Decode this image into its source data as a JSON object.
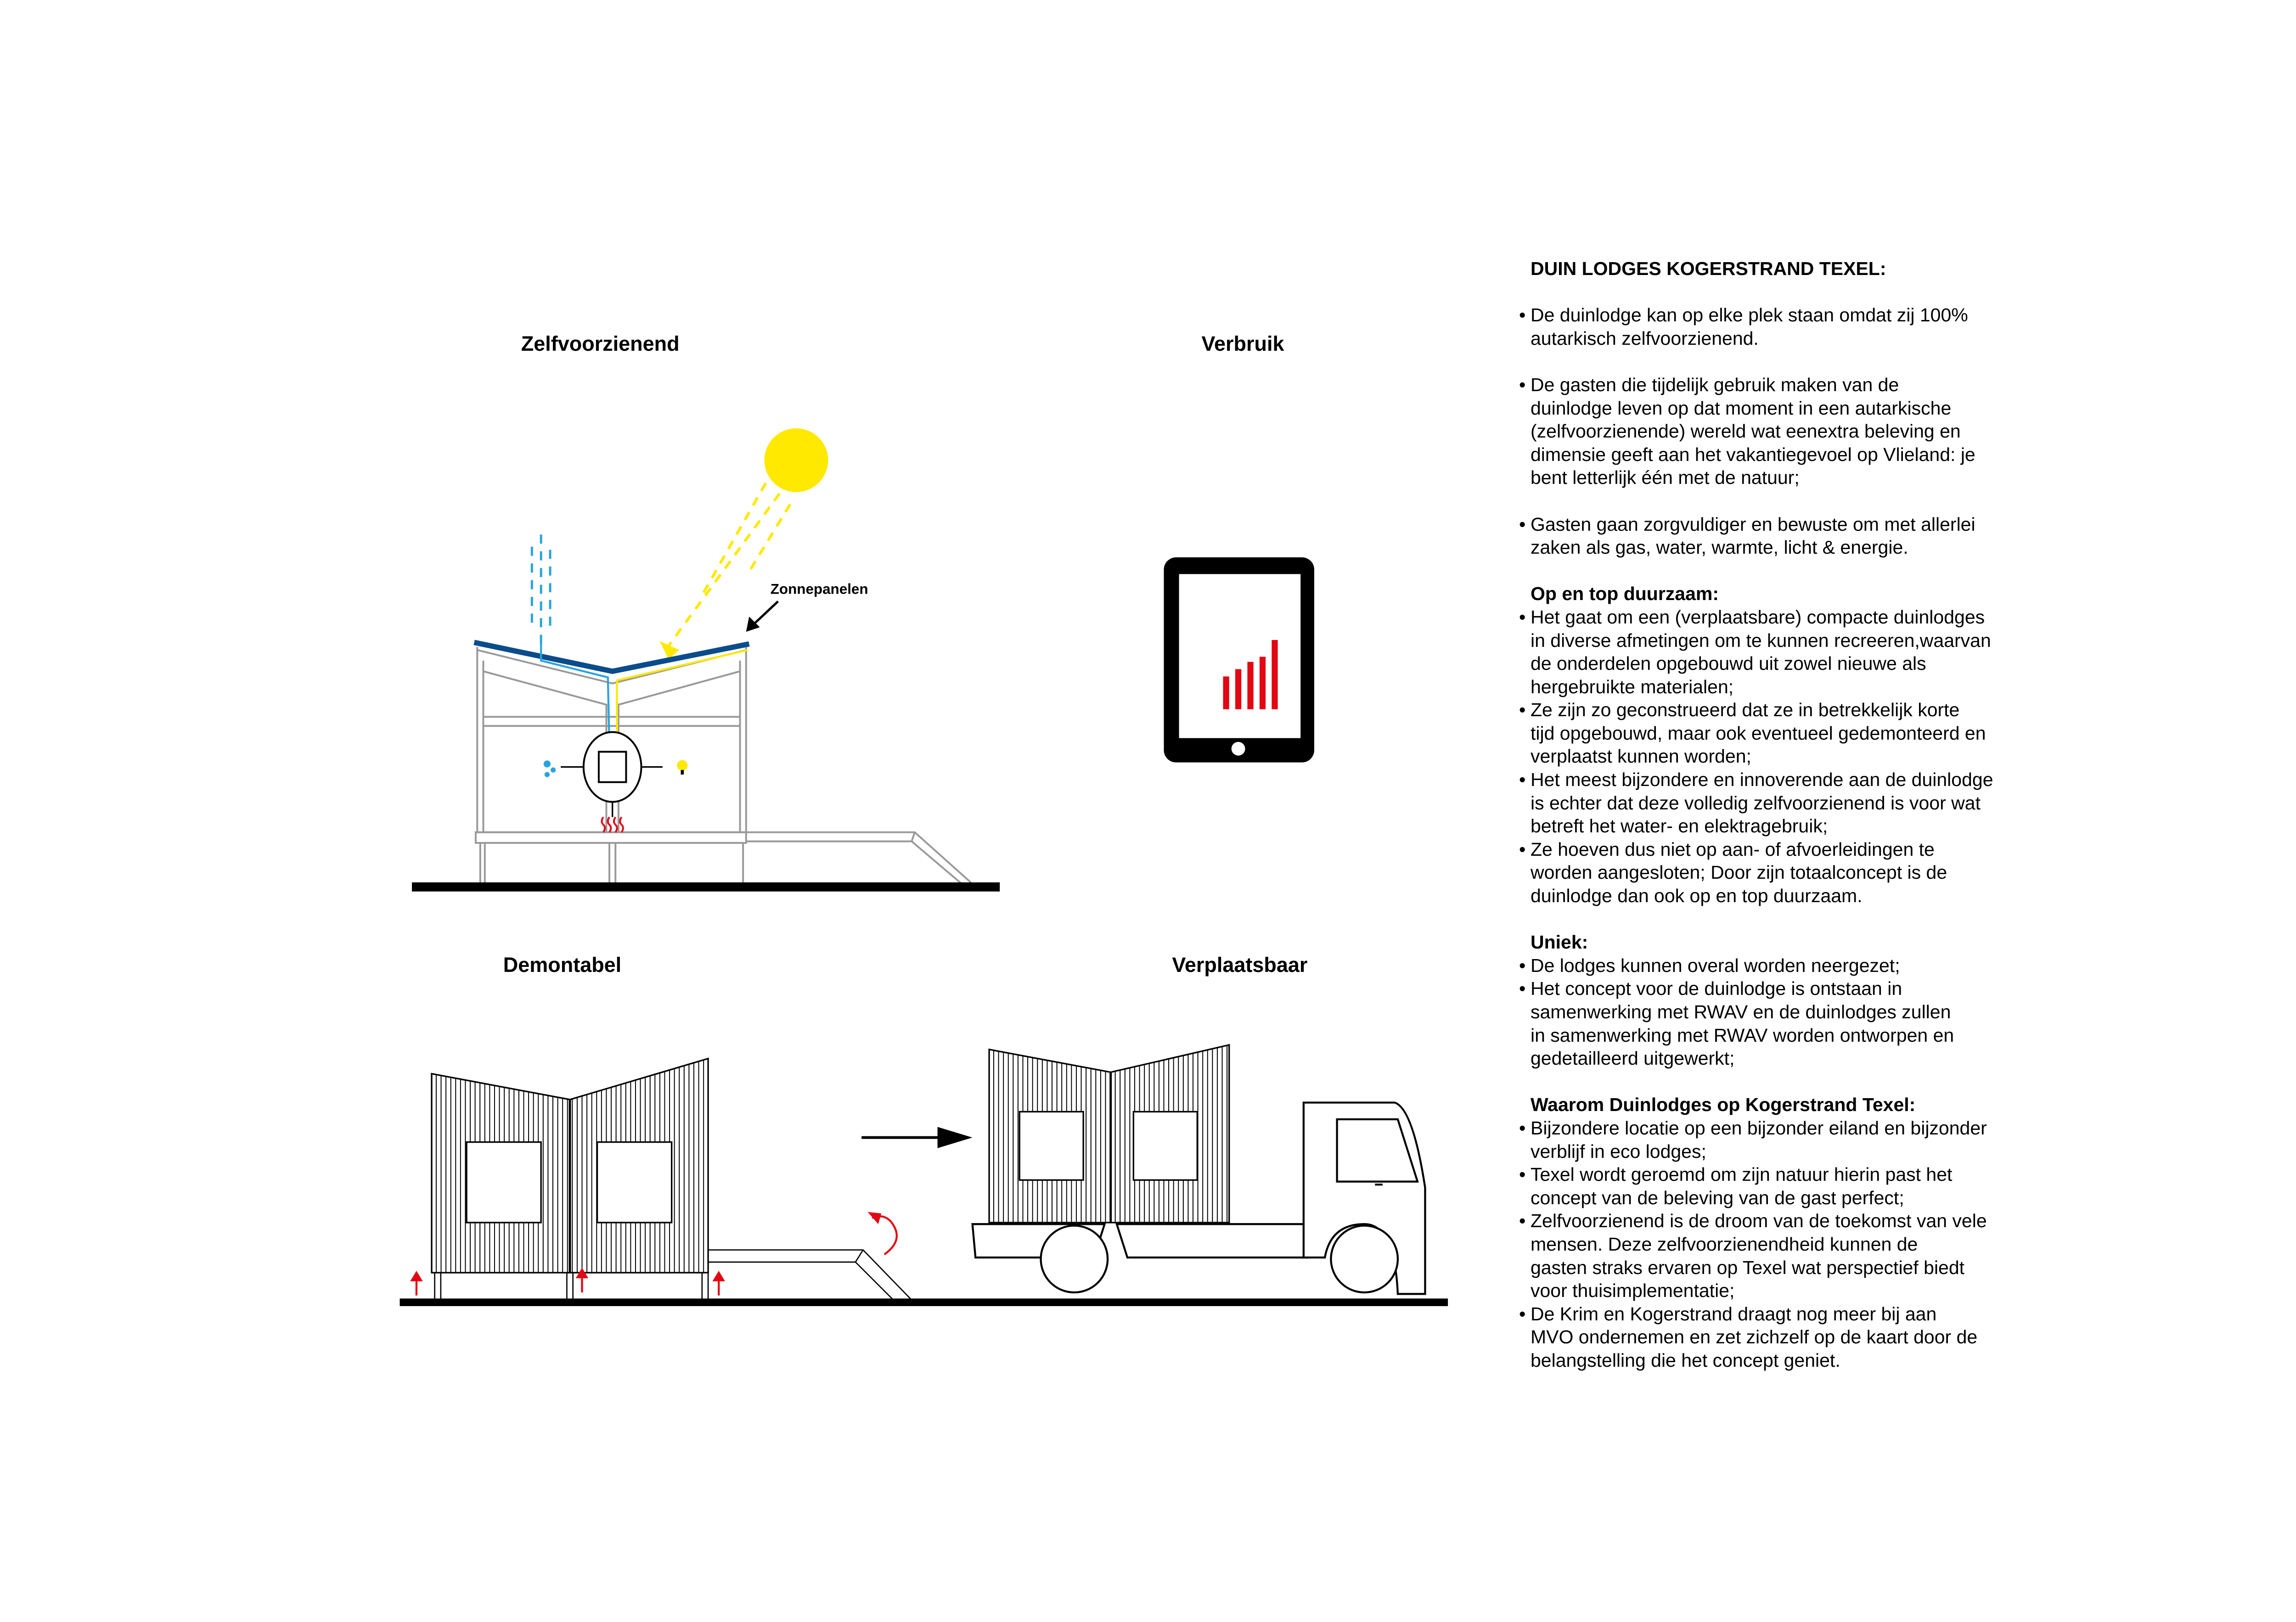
{
  "diagrams": {
    "self_sufficient": {
      "title": "Zelfvoorzienend",
      "solar_label": "Zonnepanelen"
    },
    "consumption": {
      "title": "Verbruik",
      "meter_bars": [
        0.45,
        0.55,
        0.65,
        0.72,
        0.95
      ]
    },
    "demountable": {
      "title": "Demontabel"
    },
    "movable": {
      "title": "Verplaatsbaar"
    }
  },
  "colors": {
    "sun": "#ffe900",
    "rain": "#29a3dd",
    "panel": "#0a4c8c",
    "heat": "#e30613",
    "meter": "#e30613"
  },
  "text": {
    "title": "DUIN LODGES KOGERSTRAND TEXEL:",
    "intro": [
      "De duinlodge kan op elke plek staan omdat zij 100%\nautarkisch zelfvoorzienend.",
      "De gasten die tijdelijk gebruik maken van de\nduinlodge leven op dat moment in een autarkische\n(zelfvoorzienende) wereld wat eenextra beleving en\ndimensie geeft aan het vakantiegevoel op Vlieland: je\nbent letterlijk één met de natuur;",
      "Gasten gaan zorgvuldiger en bewuste om met allerlei\n zaken als gas, water, warmte, licht & energie."
    ],
    "sustainable": {
      "heading": "Op en top duurzaam:",
      "items": [
        "Het gaat om een (verplaatsbare) compacte duinlodges\nin diverse afmetingen om te kunnen recreeren,waarvan\nde onderdelen opgebouwd uit zowel nieuwe als\nhergebruikte materialen;",
        "Ze zijn zo geconstrueerd dat ze in betrekkelijk korte\ntijd opgebouwd, maar ook eventueel gedemonteerd en\nverplaatst kunnen worden;",
        "Het meest bijzondere en innoverende aan de duinlodge\nis echter dat deze volledig zelfvoorzienend is voor wat\nbetreft het water- en elektragebruik;",
        "Ze hoeven dus niet op aan- of afvoerleidingen te\nworden aangesloten; Door zijn totaalconcept is de\nduinlodge dan ook op en top duurzaam."
      ]
    },
    "unique": {
      "heading": "Uniek:",
      "items": [
        "De lodges kunnen overal worden neergezet;",
        "Het concept voor de duinlodge is ontstaan in\nsamenwerking met RWAV en de duinlodges zullen\nin samenwerking met RWAV worden ontworpen en\ngedetailleerd uitgewerkt;"
      ]
    },
    "why": {
      "heading": "Waarom Duinlodges op  Kogerstrand Texel:",
      "items": [
        "Bijzondere locatie op een bijzonder eiland en bijzonder\nverblijf in eco lodges;",
        "Texel wordt geroemd om zijn natuur hierin past het\nconcept van de beleving van de gast perfect;",
        "Zelfvoorzienend is de droom van de toekomst van vele\nmensen. Deze zelfvoorzienendheid kunnen de\ngasten straks ervaren op Texel wat perspectief biedt\nvoor thuisimplementatie;",
        "De Krim en Kogerstrand draagt nog meer  bij aan\nMVO ondernemen en zet zichzelf op de kaart door de\nbelangstelling die het concept geniet."
      ]
    }
  }
}
